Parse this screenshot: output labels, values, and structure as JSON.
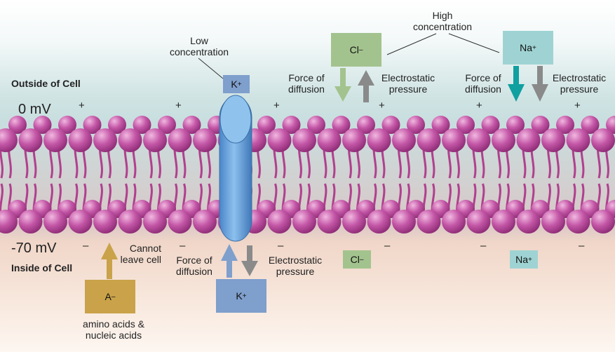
{
  "labels": {
    "outside": "Outside of Cell",
    "inside": "Inside of Cell",
    "outside_mv": "0 mV",
    "inside_mv": "-70 mV",
    "low_concentration": "Low concentration",
    "high_concentration": "High concentration",
    "force_of_diffusion": "Force of diffusion",
    "electrostatic_pressure": "Electrostatic pressure",
    "cannot_leave_cell": "Cannot leave cell",
    "amino_acids": "amino acids & nucleic acids",
    "plus": "+",
    "minus": "–"
  },
  "ions": {
    "k_out": {
      "symbol": "K",
      "charge": "+"
    },
    "k_in": {
      "symbol": "K",
      "charge": "+"
    },
    "cl_out": {
      "symbol": "Cl",
      "charge": "–"
    },
    "cl_in": {
      "symbol": "Cl",
      "charge": "–"
    },
    "na_out": {
      "symbol": "Na",
      "charge": "+"
    },
    "na_in": {
      "symbol": "Na",
      "charge": "+"
    },
    "anion": {
      "symbol": "A",
      "charge": "–"
    }
  },
  "colors": {
    "potassium": "#7f9fcc",
    "chloride": "#a3c38e",
    "sodium": "#9fd3d3",
    "anion": "#c9a24a",
    "phospholipid": "#b0408e",
    "channel": "#6aa6de",
    "arrow_gray": "#8a8a8a",
    "arrow_teal": "#10a0a0"
  }
}
